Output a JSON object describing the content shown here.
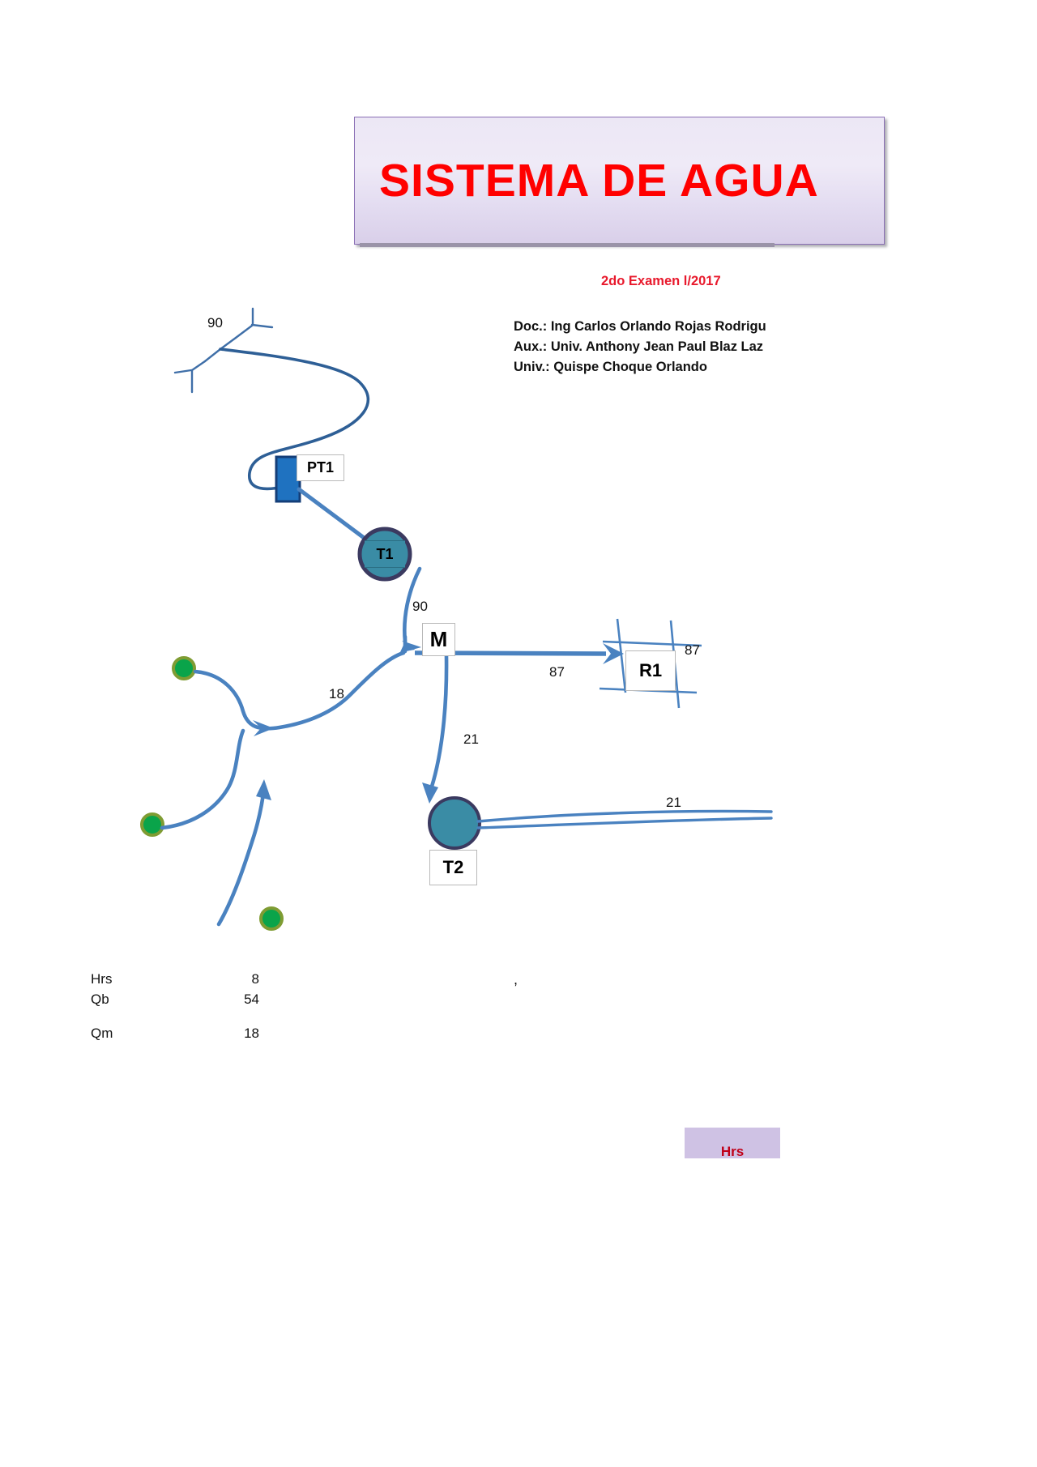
{
  "document": {
    "title": "SISTEMA DE AGUA",
    "exam": "2do Examen l/2017",
    "credits": [
      "Doc.: Ing Carlos Orlando Rojas Rodrigu",
      "Aux.: Univ. Anthony Jean Paul Blaz Laz",
      "Univ.: Quispe Choque Orlando"
    ]
  },
  "diagram": {
    "nodes": {
      "pt1": "PT1",
      "t1": "T1",
      "m": "M",
      "r1": "R1",
      "t2": "T2"
    },
    "flows": {
      "river_source": "90",
      "t1_outlet": "90",
      "junction_in": "18",
      "pipe_to_r1": "87",
      "r1_network": "87",
      "t2_inlet": "21",
      "t2_outlet": "21"
    }
  },
  "data_table": {
    "rows": [
      {
        "key": "Hrs",
        "value": "8"
      },
      {
        "key": "Qb",
        "value": "54"
      },
      {
        "key": "Qm",
        "value": "18"
      }
    ],
    "stray_mark": ","
  },
  "bottom_box": {
    "label": "Hrs"
  },
  "colors": {
    "title_red": "#ff0000",
    "exam_red": "#e8192c",
    "banner_purple": "#d9cfe9",
    "pipe_blue": "#4a82c0",
    "river_blue": "#2e5f96",
    "intake_blue": "#1f72c0",
    "tank_teal": "#3a8ca5",
    "tank_outline": "#3b3a60",
    "spring_green": "#0aa44a",
    "spring_ring": "#7f9c33",
    "grid_blue": "#4a82c0"
  }
}
